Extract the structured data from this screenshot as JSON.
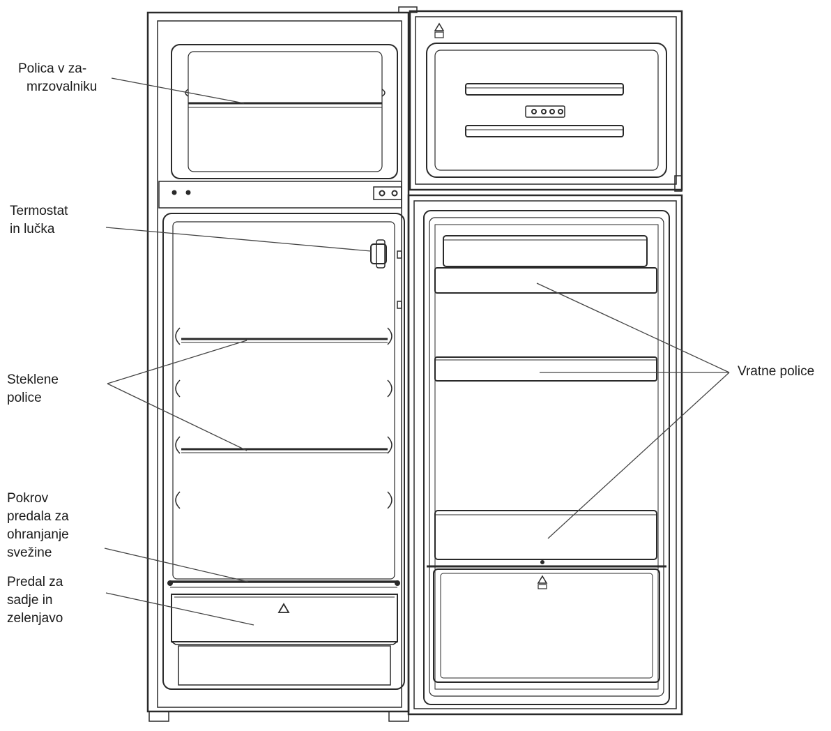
{
  "labels": {
    "freezer_shelf": [
      "Polica v za-",
      "mrzovalniku"
    ],
    "thermostat": [
      "Termostat",
      "in lučka"
    ],
    "glass_shelves": [
      "Steklene",
      "police"
    ],
    "crisper_cover": [
      "Pokrov",
      "predala za",
      "ohranjanje",
      "svežine"
    ],
    "crisper_drawer": [
      "Predal za",
      "sadje in",
      "zelenjavo"
    ],
    "door_shelves": [
      "Vratne police"
    ]
  },
  "colors": {
    "line": "#2a2a2a",
    "leader": "#444444",
    "text": "#1a1a1a"
  }
}
